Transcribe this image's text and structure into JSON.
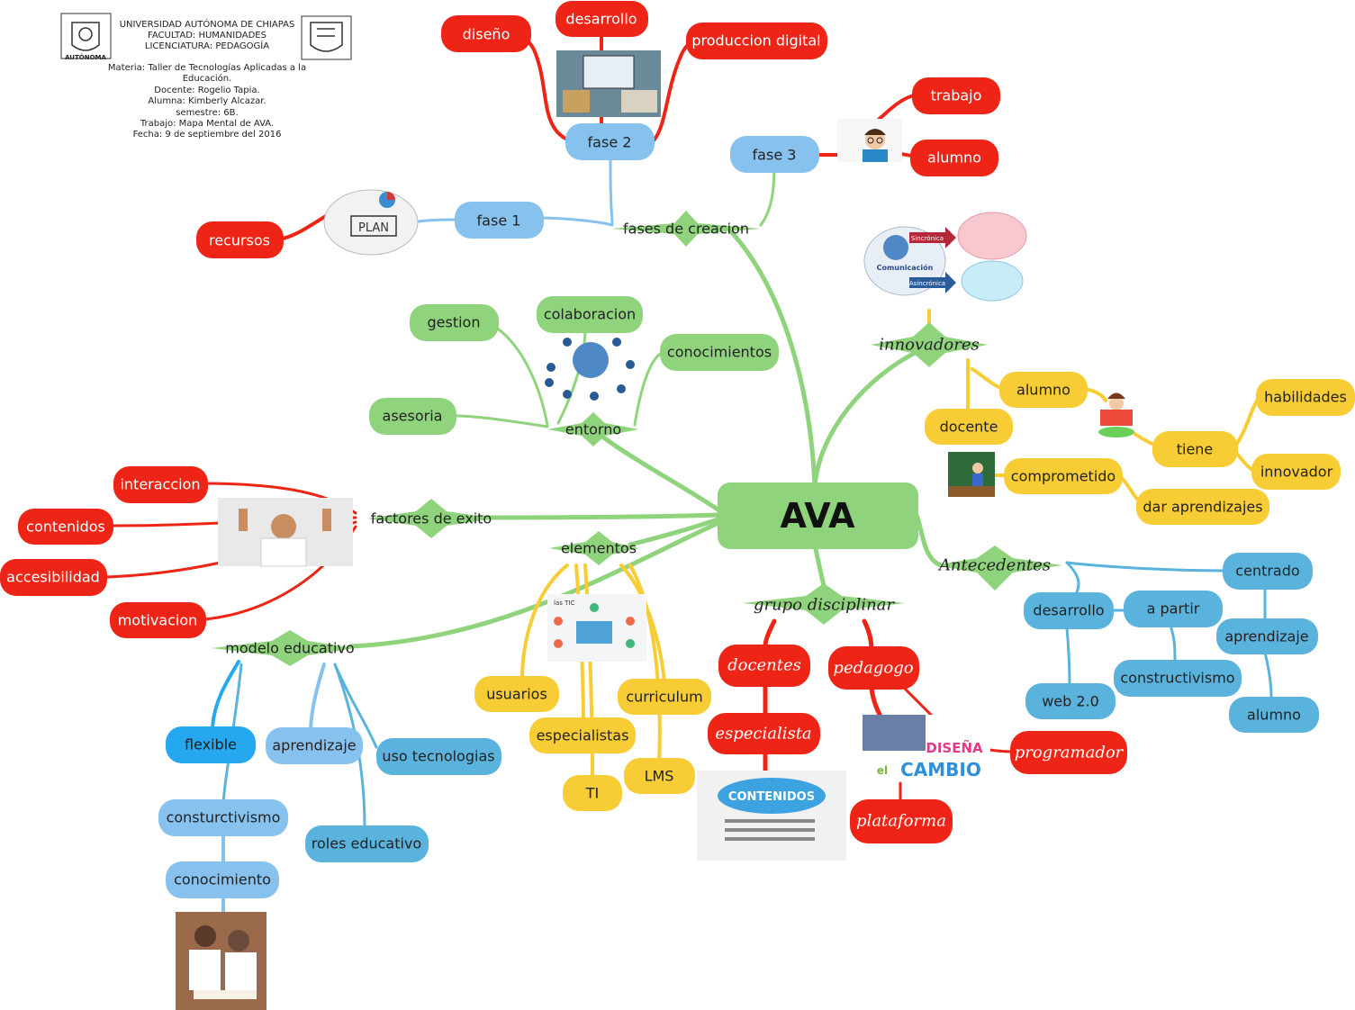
{
  "header": {
    "lines": [
      "UNIVERSIDAD AUTÓNOMA DE CHIAPAS",
      "FACULTAD: HUMANIDADES",
      "LICENCIATURA: PEDAGOGÍA",
      "Materia: Taller de Tecnologías Aplicadas a la",
      "Educación.",
      "Docente: Rogelio Tapia.",
      "Alumna: Kimberly Alcazar.",
      "semestre: 6B.",
      "Trabajo: Mapa Mental de AVA.",
      "Fecha: 9 de septiembre del 2016"
    ],
    "logo_text": "AUTÓNOMA"
  },
  "colors": {
    "green": "#8fd47c",
    "red": "#ee2416",
    "yellow": "#f7cc35",
    "blue": "#5ab3dc",
    "lightblue": "#87c2ee",
    "brightblue": "#26a8f0"
  },
  "center": "AVA",
  "star_labels": {
    "fases": "fases de creacion",
    "entorno": "entorno",
    "factores": "factores de exito",
    "elementos": "elementos",
    "modelo": "modelo educativo",
    "innovadores": "innovadores",
    "antecedentes": "Antecedentes",
    "grupo": "grupo disciplinar"
  },
  "nodes": {
    "fase1": "fase 1",
    "fase2": "fase 2",
    "fase3": "fase 3",
    "recursos": "recursos",
    "diseno": "diseño",
    "desarrollo_f2": "desarrollo",
    "produccion": "produccion digital",
    "trabajo": "trabajo",
    "alumno_f3": "alumno",
    "gestion": "gestion",
    "colaboracion": "colaboracion",
    "conocimientos": "conocimientos",
    "asesoria": "asesoria",
    "interaccion": "interaccion",
    "contenidos": "contenidos",
    "accesibilidad": "accesibilidad",
    "motivacion": "motivacion",
    "flexible": "flexible",
    "aprendizaje_me": "aprendizaje",
    "uso_tec": "uso tecnologias",
    "constructivismo_me": "consturctivismo",
    "roles": "roles educativo",
    "conocimiento": "conocimiento",
    "usuarios": "usuarios",
    "especialistas": "especialistas",
    "ti": "TI",
    "curriculum": "curriculum",
    "lms": "LMS",
    "docentes": "docentes",
    "especialista": "especialista",
    "pedagogo": "pedagogo",
    "programador": "programador",
    "plataforma": "plataforma",
    "alumno_inn": "alumno",
    "docente_inn": "docente",
    "comprometido": "comprometido",
    "tiene": "tiene",
    "habilidades": "habilidades",
    "innovador": "innovador",
    "dar_aprendizajes": "dar aprendizajes",
    "desarrollo_ant": "desarrollo",
    "a_partir": "a partir",
    "centrado": "centrado",
    "aprendizaje_ant": "aprendizaje",
    "alumno_ant": "alumno",
    "web20": "web 2.0",
    "constructivismo_ant": "constructivismo"
  },
  "images": {
    "plan": "PLAN",
    "tic": "las TIC",
    "contenidos_img": "CONTENIDOS",
    "disena": "DISEÑA",
    "el": "el",
    "cambio": "CAMBIO",
    "sincronica": "Sincrónica",
    "asincronica": "Asincrónica",
    "comunicacion": "Comunicación"
  }
}
